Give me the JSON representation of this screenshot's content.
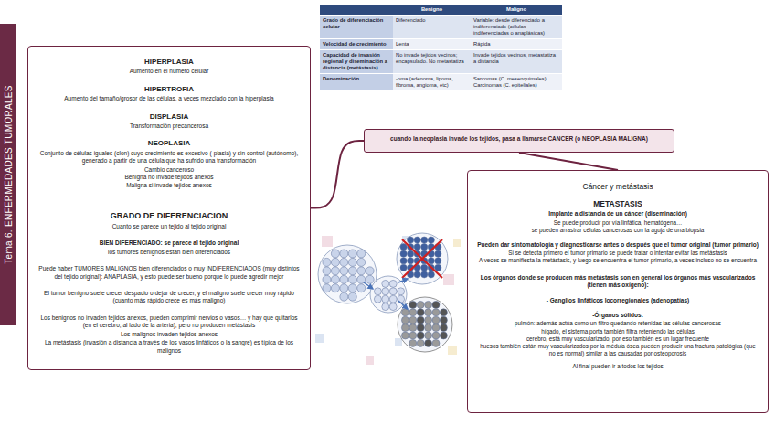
{
  "diagram": {
    "nodes": [
      {
        "text": [
          "Tema 6. ENFERMEDADES TUMORALES"
        ]
      },
      {
        "text": [
          "HIPERPLASIA",
          "Aumento en el número celular",
          "HIPERTROFIA",
          "Aumento del tamaño/grosor de las células, a veces mezclado con la hiperplasia",
          "DISPLASIA",
          "Transformación precancerosa",
          "NEOPLASIA",
          "Conjunto de células iguales (clon) cuyo crecimiento es excesivo (-plasia) y sin control (autónomo), generado a partir de una célula que ha sufrido una transformación",
          "Cambio canceroso",
          "Benigna no invade tejidos anexos",
          "Maligna si invade tejidos anexos",
          "GRADO DE DIFERENCIACION",
          "Cuanto se parece un tejido al tejido original",
          "BIEN DIFERENCIADO: se parece al tejido original",
          "los tumores benignos están bien diferenciados",
          "Puede haber TUMORES MALIGNOS bien diferenciados o muy INDIFERENCIADOS (muy distintos del tejido original): ANAPLASIA, y esto puede ser bueno porque lo puede agredir mejor",
          "El tumor benigno suele crecer despacio o dejar de crecer, y el maligno suele crecer muy rápido (cuanto más rápido crece es más maligno)",
          "Los benignos no invaden tejidos anexos, pueden comprimir nervios o vasos… y hay que quitarlos (en el cerebro, al lado de la arteria), pero no producen metástasis",
          "Los malignos invaden tejidos anexos",
          "La metástasis (invasión a distancia a través de los vasos linfáticos o la sangre) es típica de los malignos"
        ]
      },
      {
        "text": [
          "cuando la neoplasia invade los tejidos, pasa a llamarse CANCER (o NEOPLASIA MALIGNA)"
        ]
      },
      {
        "text": [
          "Cáncer y metástasis",
          "METASTASIS",
          "Implante a distancia de un cáncer (diseminación)",
          "Se puede producir por vía linfática, hematógena…",
          "se pueden arrastrar células cancerosas con la aguja de una biopsia",
          "Pueden dar sintomatología y diagnosticarse antes o después que el tumor original (tumor primario)",
          "Si se detecta primero el tumor primario se puede tratar o intentar evitar las metástasis",
          "A veces se manifiesta la metástasis, y luego se encuentra el tumor primario, a veces incluso no se encuentra",
          "Los órganos donde se producen más metástasis son en general los órganos más vascularizados (tienen más oxígeno):",
          "- Ganglios linfáticos locorregionales (adenopatías)",
          "-Órganos sólidos:",
          "pulmón: además actúa como un filtro quedando retenidas las células cancerosas",
          "hígado, el sistema porta también filtra reteniendo las células",
          "cerebro, está muy vascularizado, por eso también es un lugar frecuente",
          "huesos también están muy vascularizados por la médula ósea pueden producir una fractura patológica (que no es normal) similar a las causadas por osteoporosis",
          "Al final pueden ir a todos los tejidos"
        ]
      }
    ],
    "edges": [
      {
        "from": 1,
        "to": 2,
        "arrow": "none"
      },
      {
        "from": 2,
        "to": 3,
        "arrow": "none"
      }
    ],
    "labels": [
      "Benigno",
      "Maligno",
      "Grado de diferenciación celular",
      "Diferenciado",
      "Variable: desde diferenciado a indiferenciado (células indiferenciadas o anaplásicas)",
      "Velocidad de crecimiento",
      "Lenta",
      "Rápida",
      "Capacidad de invasión regional y diseminación a distancia (metástasis)",
      "No invade tejidos vecinos; encapsulado. No metastatiza",
      "Invade tejidos vecinos, metastatiza a distancia",
      "Denominación",
      "-oma (adenoma, lipoma, fibroma, angioma, etc)",
      "Sarcomas (C. mesenquimales) Carcinomas (C. epiteliales)"
    ]
  }
}
